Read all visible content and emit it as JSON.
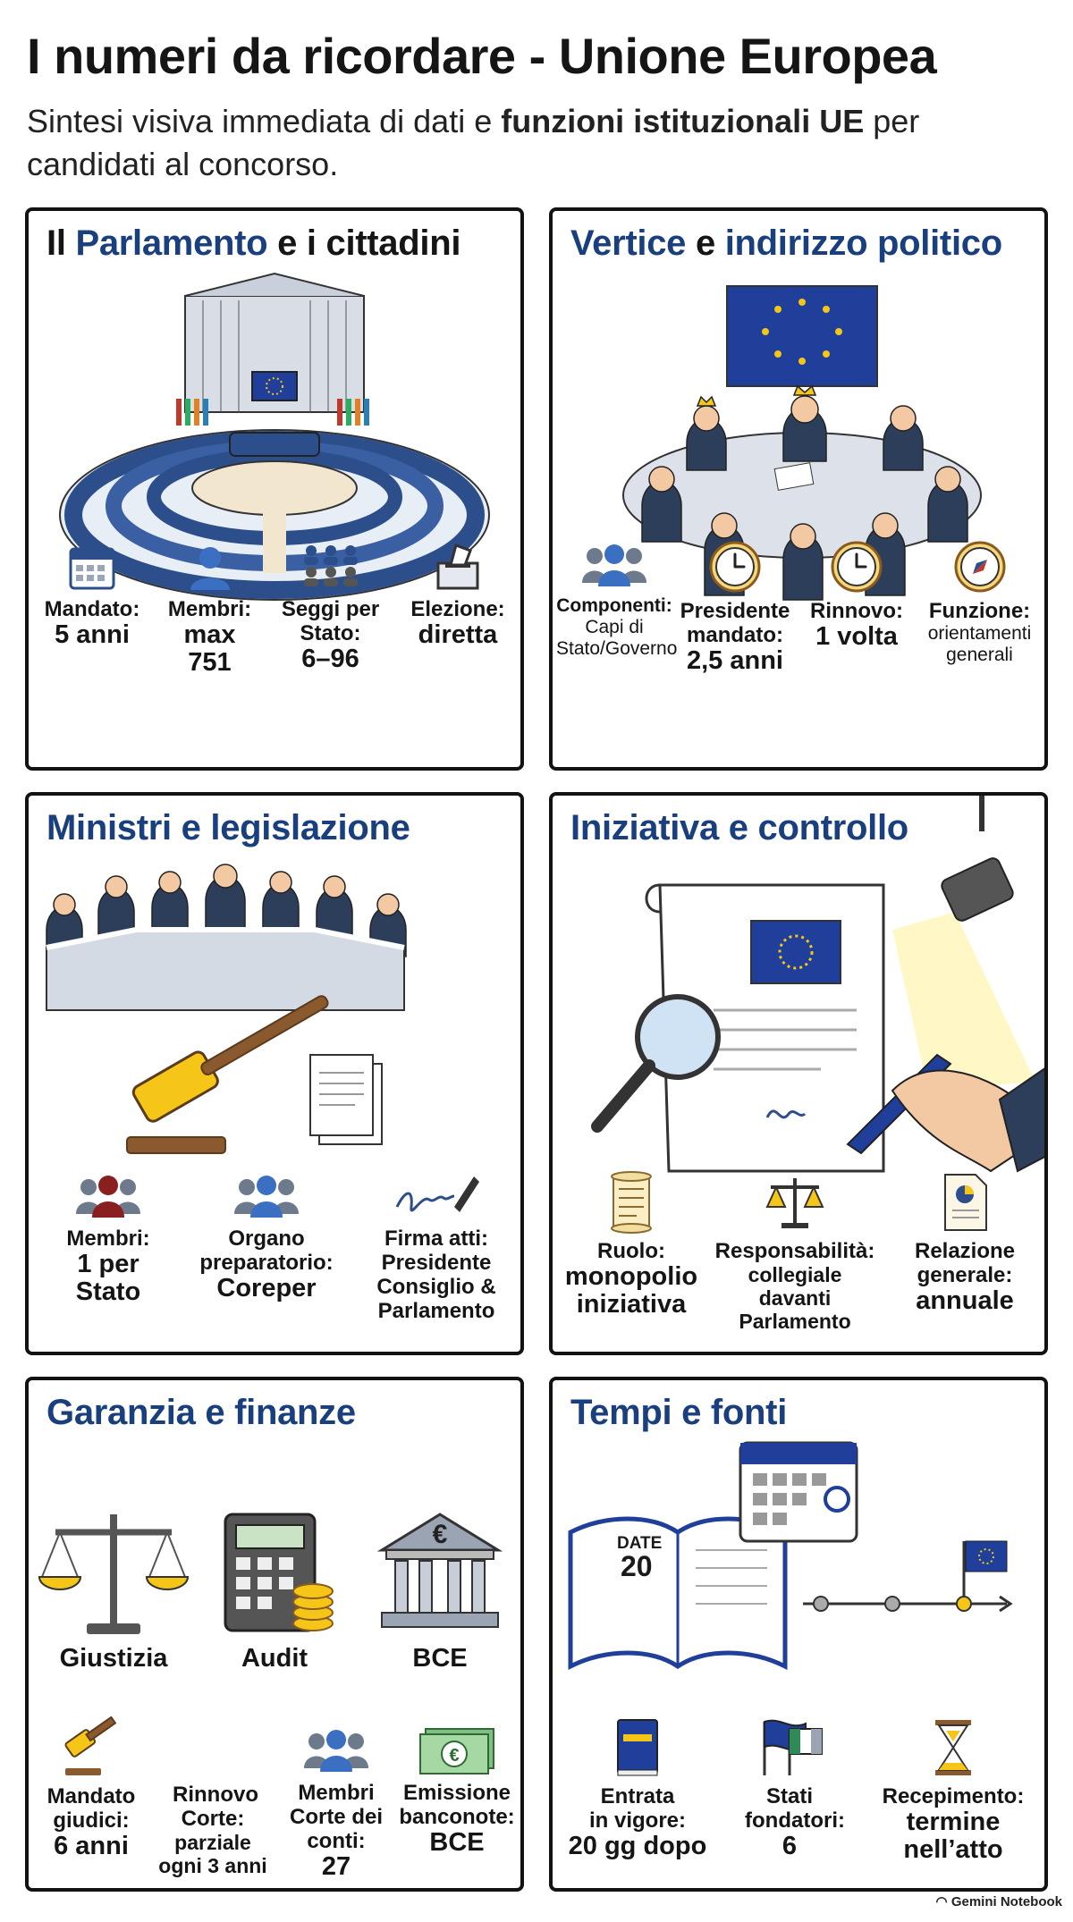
{
  "header": {
    "title": "I numeri da ricordare - Unione Europea",
    "subtitle_pre": "Sintesi visiva immediata di dati e ",
    "subtitle_bold": "funzioni istituzionali UE",
    "subtitle_post": " per candidati al concorso."
  },
  "panels": {
    "parlamento": {
      "title_a": "Il ",
      "title_b": "Parlamento",
      "title_c": " e i cittadini",
      "stats": [
        {
          "label": "Mandato:",
          "value": "5 anni",
          "icon": "calendar-icon"
        },
        {
          "label": "Membri:",
          "value": "max 751",
          "icon": "person-icon"
        },
        {
          "label": "Seggi per Stato:",
          "value": "6–96",
          "icon": "group-seats-icon"
        },
        {
          "label": "Elezione:",
          "value": "diretta",
          "icon": "ballot-box-icon"
        }
      ]
    },
    "vertice": {
      "title_a": "Vertice",
      "title_b": " e ",
      "title_c": "indirizzo politico",
      "stats": [
        {
          "label": "Componenti:",
          "value": "Capi di Stato/Governo",
          "icon": "group-icon"
        },
        {
          "label": "Presidente mandato:",
          "value": "2,5 anni",
          "icon": "clock-icon"
        },
        {
          "label": "Rinnovo:",
          "value": "1 volta",
          "icon": "clock-icon"
        },
        {
          "label": "Funzione:",
          "value": "orientamenti generali",
          "icon": "compass-icon"
        }
      ]
    },
    "ministri": {
      "title": "Ministri e legislazione",
      "stats": [
        {
          "label": "Membri:",
          "value": "1 per Stato",
          "icon": "group-icon"
        },
        {
          "label": "Organo preparatorio:",
          "value": "Coreper",
          "icon": "group-icon"
        },
        {
          "label": "Firma atti:",
          "value": "Presidente Consiglio & Parlamento",
          "icon": "signature-pen-icon"
        }
      ]
    },
    "iniziativa": {
      "title": "Iniziativa e controllo",
      "stats": [
        {
          "label": "Ruolo:",
          "value": "monopolio iniziativa",
          "icon": "scroll-icon"
        },
        {
          "label": "Responsabilità:",
          "value": "collegiale davanti Parlamento",
          "icon": "scales-icon"
        },
        {
          "label": "Relazione generale:",
          "value": "annuale",
          "icon": "report-icon"
        }
      ]
    },
    "garanzia": {
      "title": "Garanzia e finanze",
      "big": [
        {
          "label": "Giustizia",
          "icon": "scales-icon"
        },
        {
          "label": "Audit",
          "icon": "calculator-icon"
        },
        {
          "label": "BCE",
          "icon": "bank-euro-icon"
        }
      ],
      "stats": [
        {
          "label": "Mandato giudici:",
          "value": "6 anni",
          "icon": "gavel-icon"
        },
        {
          "label": "Rinnovo Corte:",
          "value": "parziale ogni 3 anni",
          "icon": ""
        },
        {
          "label": "Membri Corte dei conti:",
          "value": "27",
          "icon": "group-icon"
        },
        {
          "label": "Emissione banconote:",
          "value": "BCE",
          "icon": "banknote-icon"
        }
      ]
    },
    "tempi": {
      "title": "Tempi e fonti",
      "book_date_label": "DATE",
      "book_date_num": "20",
      "stats": [
        {
          "label": "Entrata in vigore:",
          "value": "20 gg dopo",
          "icon": "book-icon"
        },
        {
          "label": "Stati fondatori:",
          "value": "6",
          "icon": "flags-icon"
        },
        {
          "label": "Recepimento:",
          "value": "termine nell’atto",
          "icon": "hourglass-icon"
        }
      ]
    }
  },
  "footer": {
    "brand": "Gemini Notebook"
  },
  "colors": {
    "accent_blue": "#1a3f7e",
    "eu_blue": "#1f3f9a",
    "eu_gold": "#f5c518",
    "border": "#121212"
  }
}
